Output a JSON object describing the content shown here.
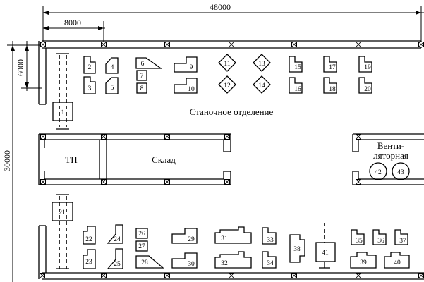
{
  "dimensions": {
    "total_length": "48000",
    "column_step": "8000",
    "bay_span": "6000",
    "total_width": "30000"
  },
  "rooms": {
    "machine_shop": "Станочное отделение",
    "substation": "ТП",
    "warehouse": "Склад",
    "ventilation_line1": "Венти-",
    "ventilation_line2": "ляторная"
  },
  "equipment": {
    "n1": "1",
    "n2": "2",
    "n3": "3",
    "n4": "4",
    "n5": "5",
    "n6": "6",
    "n7": "7",
    "n8": "8",
    "n9": "9",
    "n10": "10",
    "n11": "11",
    "n12": "12",
    "n13": "13",
    "n14": "14",
    "n15": "15",
    "n16": "16",
    "n17": "17",
    "n18": "18",
    "n19": "19",
    "n20": "20",
    "n21": "21",
    "n22": "22",
    "n23": "23",
    "n24": "24",
    "n25": "25",
    "n26": "26",
    "n27": "27",
    "n28": "28",
    "n29": "29",
    "n30": "30",
    "n31": "31",
    "n32": "32",
    "n33": "33",
    "n34": "34",
    "n35": "35",
    "n36": "36",
    "n37": "37",
    "n38": "38",
    "n39": "39",
    "n40": "40",
    "n41": "41",
    "n42": "42",
    "n43": "43"
  }
}
